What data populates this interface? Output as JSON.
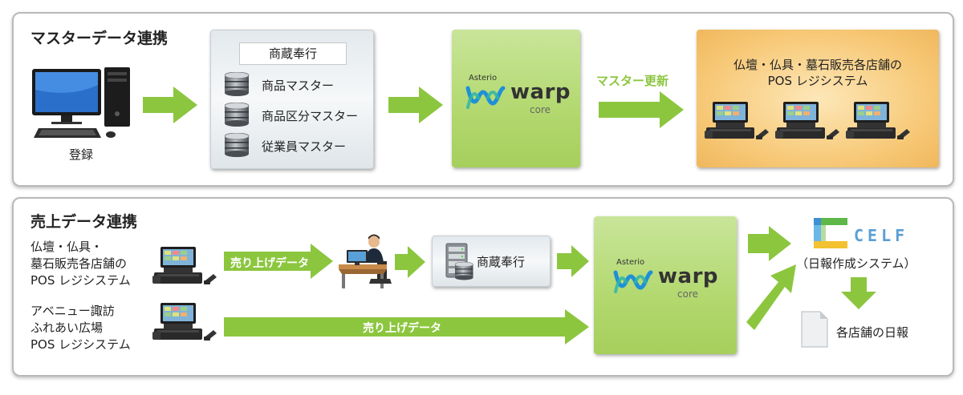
{
  "master": {
    "title": "マスターデータ連携",
    "register_label": "登録",
    "shokan": {
      "title": "商蔵奉行",
      "items": [
        "商品マスター",
        "商品区分マスター",
        "従業員マスター"
      ]
    },
    "warp": {
      "brand": "Asterio",
      "name": "warp",
      "sub": "core"
    },
    "update_label": "マスター更新",
    "pos_system": {
      "line1": "仏壇・仏具・墓石販売各店舗の",
      "line2": "POS レジシステム"
    }
  },
  "sales": {
    "title": "売上データ連携",
    "source1": {
      "line1": "仏壇・仏具・",
      "line2": "墓石販売各店舗の",
      "line3": "POS レジシステム"
    },
    "source2": {
      "line1": "アベニュー諏訪",
      "line2": "ふれあい広場",
      "line3": "POS レジシステム"
    },
    "arrow1_label": "売り上げデータ",
    "arrow2_label": "売り上げデータ",
    "shokan_label": "商蔵奉行",
    "warp": {
      "brand": "Asterio",
      "name": "warp",
      "sub": "core"
    },
    "celf": {
      "logo_text": "CELF",
      "caption": "（日報作成システム）"
    },
    "report_label": "各店舗の日報"
  },
  "colors": {
    "arrow": "#8cc63f",
    "panel_border": "#b9b9b9",
    "warp_blue": "#1f8fd8",
    "warp_teal": "#2fb5a8"
  }
}
